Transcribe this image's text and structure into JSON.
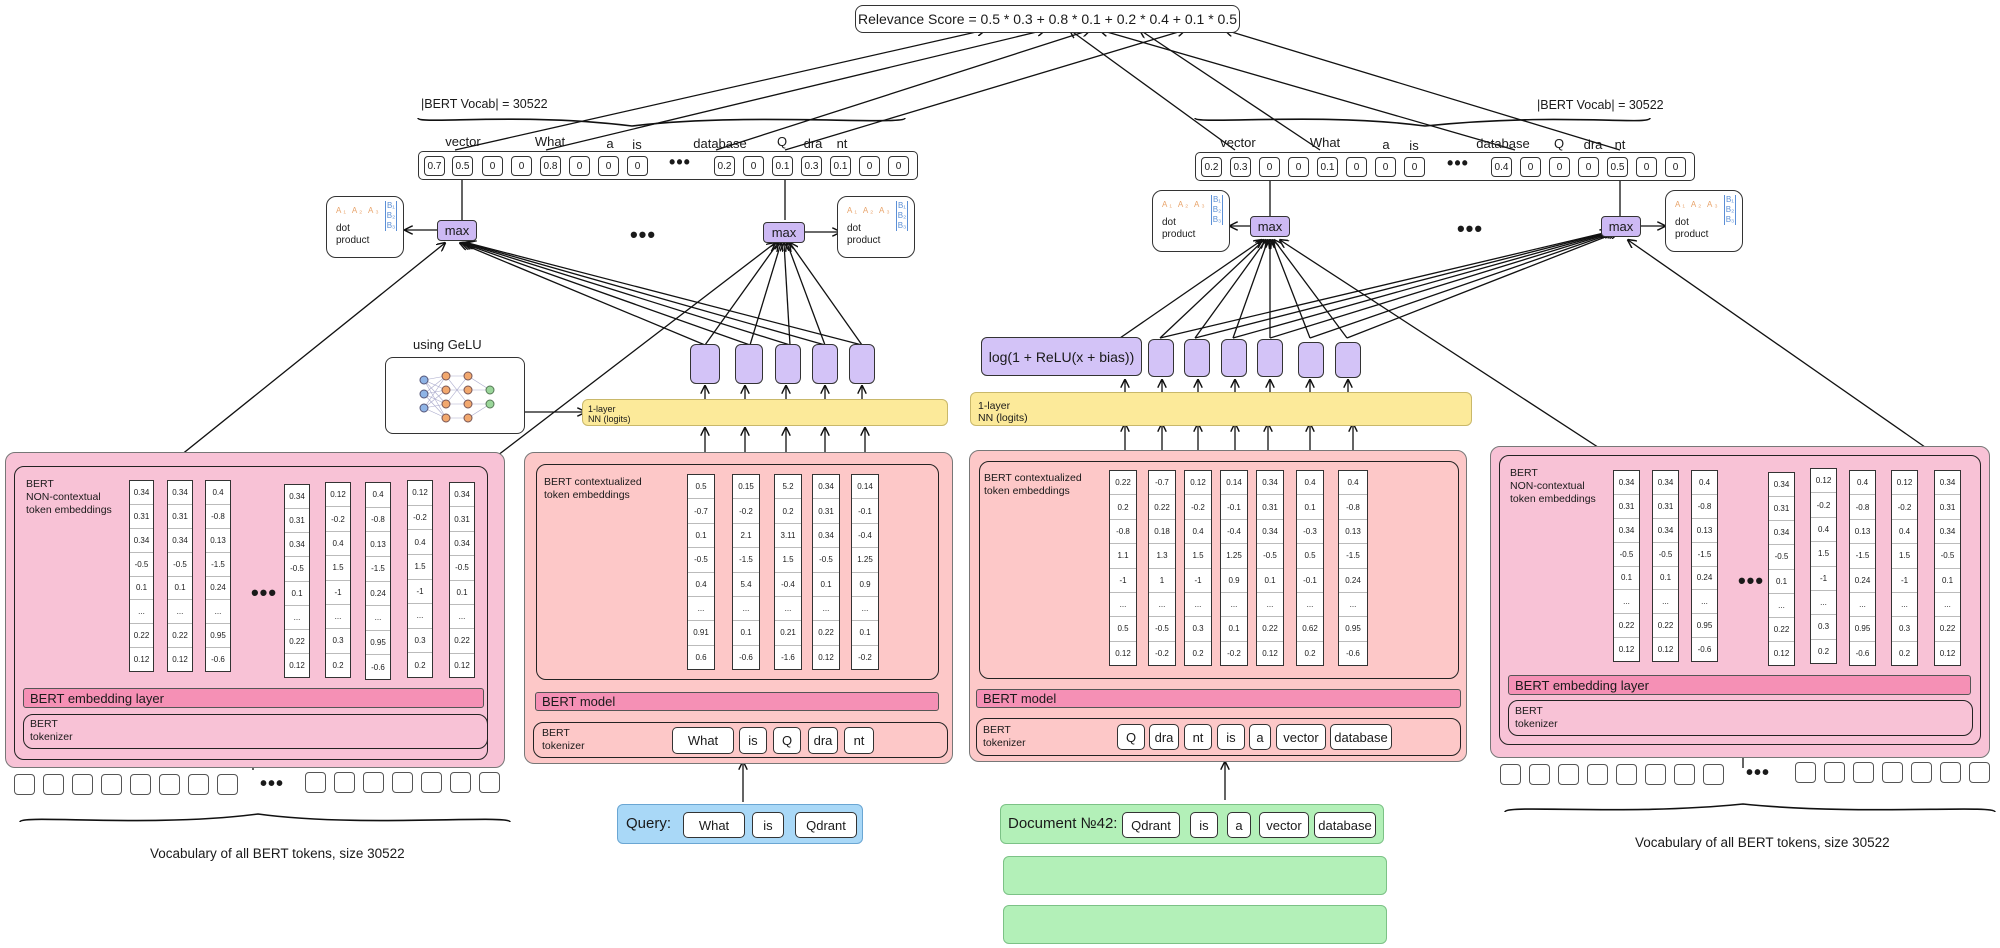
{
  "score_formula": "Relevance Score = 0.5 * 0.3 + 0.8 * 0.1 + 0.2 * 0.4 + 0.1 * 0.5",
  "vocab_size_label": "|BERT Vocab| = 30522",
  "ellipsis": "•••",
  "gelu_label": "using GeLU",
  "max_label": "max",
  "dot_card": {
    "a_row": "A₁ A₂ A₃",
    "b_col": "B₁ B₂ B₃",
    "text": "dot\nproduct"
  },
  "relu_label": "log(1 + ReLU(x + bias))",
  "nn_label": "1-layer\nNN (logits)",
  "bert_tokenizer": "BERT\ntokenizer",
  "bert_model": "BERT model",
  "bert_embedding_layer": "BERT embedding layer",
  "noncontextual_label": "BERT\nNON-contextual\ntoken embeddings",
  "contextual_label": "BERT contextualized\ntoken embeddings",
  "vocab_caption": "Vocabulary of all BERT tokens, size 30522",
  "left_vector": {
    "labels": [
      "vector",
      "What",
      "a",
      "is",
      "database",
      "Q",
      "dra",
      "nt"
    ],
    "values": [
      "0.7",
      "0.5",
      "0",
      "0",
      "0.8",
      "0",
      "0",
      "0",
      "0.2",
      "0",
      "0.1",
      "0.3",
      "0.1",
      "0",
      "0"
    ]
  },
  "right_vector": {
    "labels": [
      "vector",
      "What",
      "a",
      "is",
      "database",
      "Q",
      "dra",
      "nt"
    ],
    "values": [
      "0.2",
      "0.3",
      "0",
      "0",
      "0.1",
      "0",
      "0",
      "0",
      "0.4",
      "0",
      "0",
      "0",
      "0.5",
      "0",
      "0"
    ]
  },
  "noncontextual_columns": [
    [
      "0.34",
      "0.31",
      "0.34",
      "-0.5",
      "0.1",
      "...",
      "0.22",
      "0.12"
    ],
    [
      "0.34",
      "0.31",
      "0.34",
      "-0.5",
      "0.1",
      "...",
      "0.22",
      "0.12"
    ],
    [
      "0.4",
      "-0.8",
      "0.13",
      "-1.5",
      "0.24",
      "...",
      "0.95",
      "-0.6"
    ],
    [
      "0.34",
      "0.31",
      "0.34",
      "-0.5",
      "0.1",
      "...",
      "0.22",
      "0.12"
    ],
    [
      "0.12",
      "-0.2",
      "0.4",
      "1.5",
      "-1",
      "...",
      "0.3",
      "0.2"
    ],
    [
      "0.4",
      "-0.8",
      "0.13",
      "-1.5",
      "0.24",
      "...",
      "0.95",
      "-0.6"
    ],
    [
      "0.12",
      "-0.2",
      "0.4",
      "1.5",
      "-1",
      "...",
      "0.3",
      "0.2"
    ],
    [
      "0.34",
      "0.31",
      "0.34",
      "-0.5",
      "0.1",
      "...",
      "0.22",
      "0.12"
    ]
  ],
  "query_contextual": [
    [
      "0.5",
      "-0.7",
      "0.1",
      "-0.5",
      "0.4",
      "...",
      "0.91",
      "0.6"
    ],
    [
      "0.15",
      "-0.2",
      "2.1",
      "-1.5",
      "5.4",
      "...",
      "0.1",
      "-0.6"
    ],
    [
      "5.2",
      "0.2",
      "3.11",
      "1.5",
      "-0.4",
      "...",
      "0.21",
      "-1.6"
    ],
    [
      "0.34",
      "0.31",
      "0.34",
      "-0.5",
      "0.1",
      "...",
      "0.22",
      "0.12"
    ],
    [
      "0.14",
      "-0.1",
      "-0.4",
      "1.25",
      "0.9",
      "...",
      "0.1",
      "-0.2"
    ]
  ],
  "doc_contextual": [
    [
      "0.22",
      "0.2",
      "-0.8",
      "1.1",
      "-1",
      "...",
      "0.5",
      "0.12"
    ],
    [
      "-0.7",
      "0.22",
      "0.18",
      "1.3",
      "1",
      "...",
      "-0.5",
      "-0.2"
    ],
    [
      "0.12",
      "-0.2",
      "0.4",
      "1.5",
      "-1",
      "...",
      "0.3",
      "0.2"
    ],
    [
      "0.14",
      "-0.1",
      "-0.4",
      "1.25",
      "0.9",
      "...",
      "0.1",
      "-0.2"
    ],
    [
      "0.34",
      "0.31",
      "0.34",
      "-0.5",
      "0.1",
      "...",
      "0.22",
      "0.12"
    ],
    [
      "0.4",
      "0.1",
      "-0.3",
      "0.5",
      "-0.1",
      "...",
      "0.62",
      "0.2"
    ],
    [
      "0.4",
      "-0.8",
      "0.13",
      "-1.5",
      "0.24",
      "...",
      "0.95",
      "-0.6"
    ]
  ],
  "query_tokens": [
    "What",
    "is",
    "Q",
    "dra",
    "nt"
  ],
  "doc_tokens": [
    "Q",
    "dra",
    "nt",
    "is",
    "a",
    "vector",
    "database"
  ],
  "query": {
    "label": "Query:",
    "words": [
      "What",
      "is",
      "Qdrant"
    ]
  },
  "document": {
    "label": "Document №42:",
    "words": [
      "Qdrant",
      "is",
      "a",
      "vector",
      "database"
    ]
  }
}
